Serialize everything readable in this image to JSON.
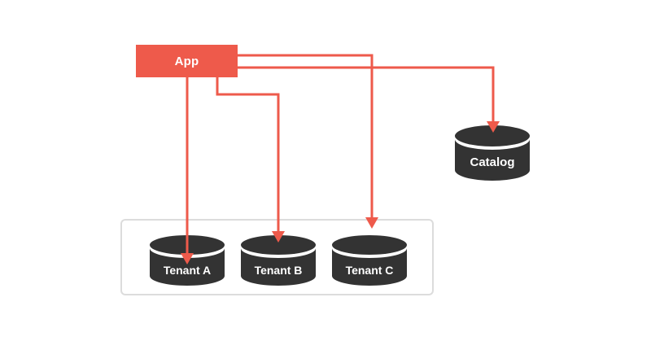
{
  "diagram": {
    "app": {
      "label": "App"
    },
    "catalog": {
      "label": "Catalog"
    },
    "tenant_group": {
      "tenants": [
        {
          "label": "Tenant A"
        },
        {
          "label": "Tenant B"
        },
        {
          "label": "Tenant C"
        }
      ]
    },
    "connections": [
      {
        "from": "App",
        "to": "Tenant A"
      },
      {
        "from": "App",
        "to": "Tenant B"
      },
      {
        "from": "App",
        "to": "Tenant C"
      },
      {
        "from": "App",
        "to": "Catalog"
      }
    ],
    "colors": {
      "accent": "#ee5a4b",
      "node_dark": "#333333",
      "container_border": "#dcdcdc",
      "label_text": "#ffffff",
      "background": "#ffffff"
    }
  }
}
